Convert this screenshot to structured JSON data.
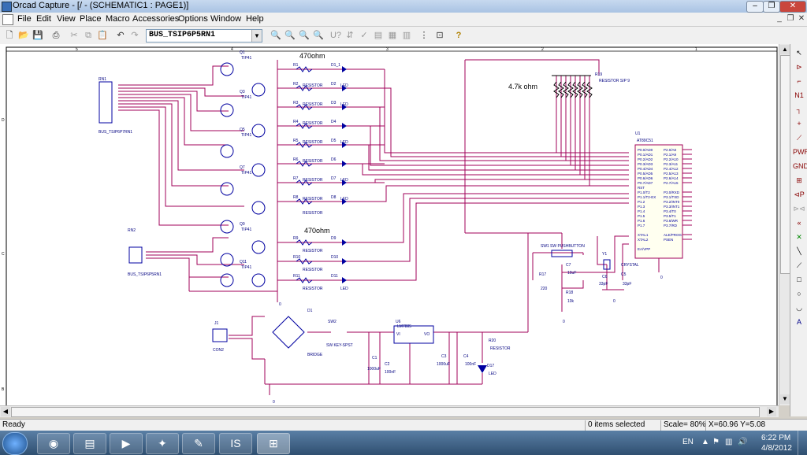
{
  "window": {
    "title": "Orcad Capture - [/ - (SCHEMATIC1 : PAGE1)]"
  },
  "menu": [
    "File",
    "Edit",
    "View",
    "Place",
    "Macro",
    "Accessories",
    "Options",
    "Window",
    "Help"
  ],
  "toolbar": {
    "part_combo": "BUS_TSIP6P5RN1"
  },
  "schematic": {
    "border_cols": [
      "5",
      "4",
      "3",
      "2",
      "1"
    ],
    "border_rows": [
      "D",
      "C",
      "B"
    ],
    "res_470_top": "470ohm",
    "res_470_mid": "470ohm",
    "res_4k7": "4.7k ohm",
    "tip41": "TIP41",
    "resistor": "RESISTOR",
    "led": "LED",
    "ref_q1": "Q1",
    "ref_q3": "Q3",
    "ref_q5": "Q5",
    "ref_q7": "Q7",
    "ref_q9": "Q9",
    "ref_q11": "Q11",
    "ref_r1": "R1",
    "ref_r2": "R2",
    "ref_r3": "R3",
    "ref_r4": "R4",
    "ref_r5": "R5",
    "ref_r6": "R6",
    "ref_r7": "R7",
    "ref_r8": "R8",
    "ref_r9": "R9",
    "ref_r10": "R10",
    "ref_r11": "R11",
    "ref_d1": "D1_1",
    "ref_d2": "D2",
    "ref_d3": "D3",
    "ref_d4": "D4",
    "ref_d5": "D5",
    "ref_d6": "D6",
    "ref_d7": "D7",
    "ref_d8": "D8",
    "ref_d9": "D9",
    "ref_d10": "D10",
    "ref_d11": "D11",
    "rn1": "RN1",
    "rn1_part": "BUS_TSIP6P7RN1",
    "rn2": "RN2",
    "rn2_part": "BUS_TSIP6P5RN1",
    "r19": "R19",
    "r19_part": "RESISTOR SIP 9",
    "u1": "U1",
    "u1_part": "AT89C51",
    "u1_pins_left": [
      "P0.0/AD0",
      "P0.1/AD1",
      "P0.2/AD2",
      "P0.3/AD3",
      "P0.4/AD4",
      "P0.5/AD5",
      "P0.6/AD6",
      "P0.7/AD7",
      "RST",
      "P1.0/T2",
      "P1.1/T2-EX",
      "P1.2",
      "P1.3",
      "P1.4",
      "P1.5",
      "P1.6",
      "P1.7",
      "XTAL1",
      "XTAL2",
      "EA/VPP"
    ],
    "u1_pins_right": [
      "P2.0/A8",
      "P2.1/A9",
      "P2.2/A10",
      "P2.3/A11",
      "P2.4/A12",
      "P2.5/A13",
      "P2.6/A14",
      "P2.7/A15",
      "P3.0/RXD",
      "P3.1/TXD",
      "P3.2/INT0",
      "P3.3/INT1",
      "P3.4/T0",
      "P3.5/T1",
      "P3.6/WR",
      "P3.7/RD",
      "ALE/PROG",
      "PSEN"
    ],
    "sw1": "SW1",
    "sw1_part": "SW PUSHBUTTON",
    "c7": "C7",
    "c7_val": "10uF",
    "r17": "R17",
    "r17_val": "220",
    "r18": "R18",
    "r18_val": "10k",
    "y1": "Y1",
    "y1_part": "CRYSTAL",
    "c5": "C5",
    "c5_val": "33pF",
    "c6": "C6",
    "c6_val": "33pF",
    "j1": "J1",
    "j1_part": "CON2",
    "d1": "D1",
    "d1_part": "BRIDGE",
    "sw2": "SW2",
    "sw2_part": "SW KEY-SPST",
    "c1": "C1",
    "c1_val": "1000uF",
    "c2": "C2",
    "c2_val": "100nF",
    "u6": "U6",
    "u6_part": "LM7805",
    "u6_vi": "VI",
    "u6_vo": "VO",
    "c3": "C3",
    "c3_val": "1000uF",
    "c4": "C4",
    "c4_val": "100nF",
    "r20": "R20",
    "r20_part": "RESISTOR",
    "d17": "D17",
    "d17_part": "LED",
    "gnd": "0"
  },
  "status": {
    "ready": "Ready",
    "selection": "0 items selected",
    "scale": "Scale= 80%",
    "coords": "X=60.96  Y=5.08"
  },
  "taskbar": {
    "lang": "EN",
    "time": "6:22 PM",
    "date": "4/8/2012"
  },
  "colors": {
    "wire": "#a0005a",
    "part": "#0000a0",
    "text": "#000080"
  }
}
